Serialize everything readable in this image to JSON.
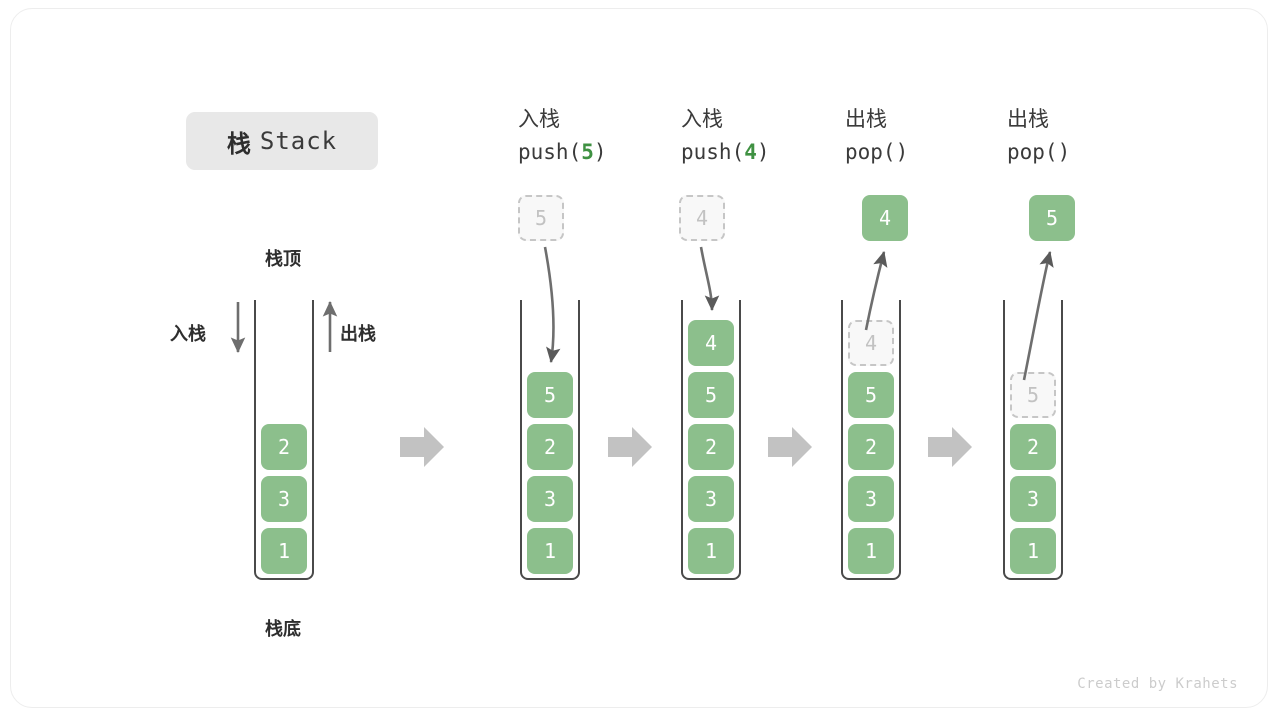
{
  "title": {
    "cn": "栈",
    "en": "Stack"
  },
  "labels": {
    "top": "栈顶",
    "bottom": "栈底",
    "push_side": "入栈",
    "pop_side": "出栈"
  },
  "footer": "Created by Krahets",
  "colors": {
    "cell_fill": "#8cbf8c",
    "cell_text": "#ffffff",
    "ghost_border": "#c6c6c6",
    "ghost_text": "#c2c2c2",
    "accent_green": "#3f9142",
    "arrow_gray": "#6e6e6e",
    "block_arrow": "#c2c2c2",
    "badge_bg": "#e8e8e8",
    "container_stroke": "#4a4a4a"
  },
  "steps": [
    {
      "id": "initial",
      "op_cn": "",
      "op_code": "",
      "op_arg": "",
      "stack": [
        "2",
        "3",
        "1"
      ],
      "ghost_in_stack": null,
      "floating": null,
      "floating_style": null
    },
    {
      "id": "push-5",
      "op_cn": "入栈",
      "op_code_prefix": "push(",
      "op_arg": "5",
      "op_code_suffix": ")",
      "stack": [
        "5",
        "2",
        "3",
        "1"
      ],
      "ghost_in_stack": null,
      "floating": "5",
      "floating_style": "ghost"
    },
    {
      "id": "push-4",
      "op_cn": "入栈",
      "op_code_prefix": "push(",
      "op_arg": "4",
      "op_code_suffix": ")",
      "stack": [
        "4",
        "5",
        "2",
        "3",
        "1"
      ],
      "ghost_in_stack": null,
      "floating": "4",
      "floating_style": "ghost"
    },
    {
      "id": "pop-4",
      "op_cn": "出栈",
      "op_code_prefix": "pop(",
      "op_arg": "",
      "op_code_suffix": ")",
      "stack": [
        "5",
        "2",
        "3",
        "1"
      ],
      "ghost_in_stack": "4",
      "floating": "4",
      "floating_style": "solid"
    },
    {
      "id": "pop-5",
      "op_cn": "出栈",
      "op_code_prefix": "pop(",
      "op_arg": "",
      "op_code_suffix": ")",
      "stack": [
        "2",
        "3",
        "1"
      ],
      "ghost_in_stack": "5",
      "floating": "5",
      "floating_style": "solid"
    }
  ]
}
